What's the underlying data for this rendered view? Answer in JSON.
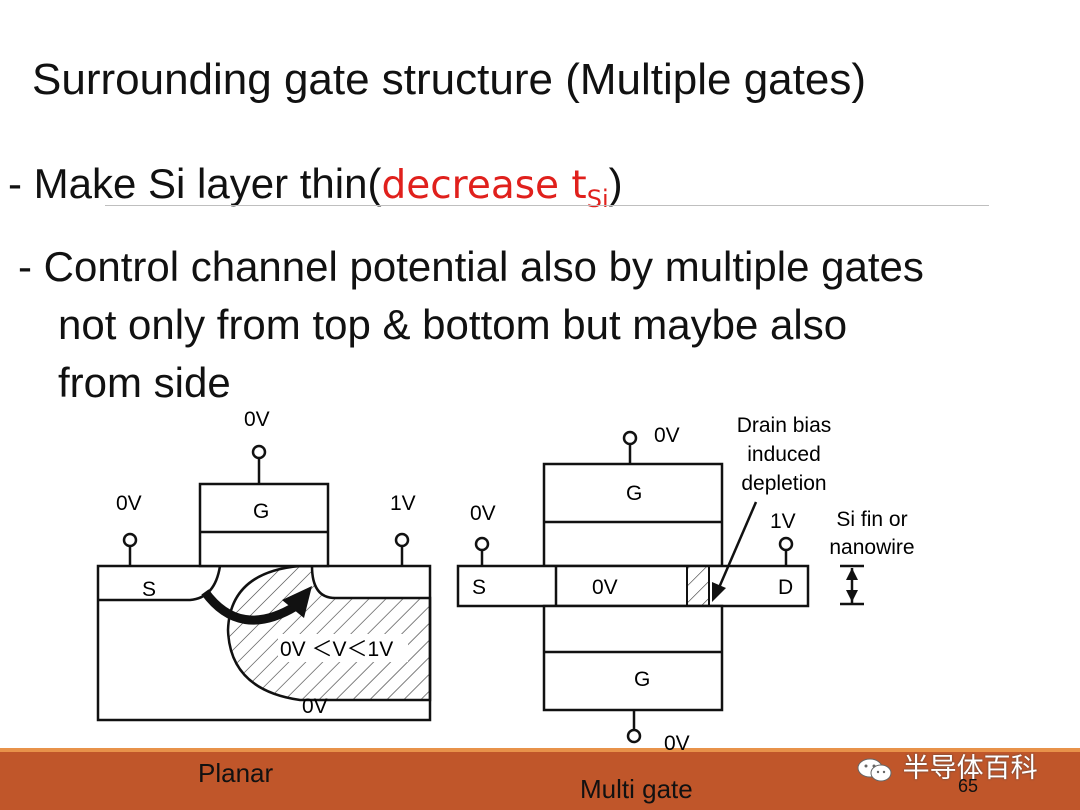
{
  "title": "Surrounding gate structure (Multiple gates)",
  "bullet1": {
    "prefix": "- Make Si layer thin(",
    "highlight": "decrease t",
    "subscript": "Si",
    "suffix": ")"
  },
  "bullet2": {
    "line1": "- Control channel potential also by multiple gates",
    "line2": "not only from top & bottom but maybe also",
    "line3": "from side"
  },
  "planar": {
    "gate_voltage": "0V",
    "gate_label": "G",
    "source_voltage": "0V",
    "drain_voltage": "1V",
    "source_label": "S",
    "depletion_label": "0V ＜V＜1V",
    "substrate_voltage": "0V",
    "caption": "Planar"
  },
  "multigate": {
    "top_gate_voltage": "0V",
    "top_gate_label": "G",
    "bottom_gate_label": "G",
    "bottom_gate_voltage": "0V",
    "source_voltage": "0V",
    "source_label": "S",
    "channel_voltage": "0V",
    "drain_label": "D",
    "drain_voltage": "1V",
    "drain_bias_annotation": [
      "Drain bias",
      "induced",
      "depletion"
    ],
    "fin_annotation": [
      "Si fin or",
      "nanowire"
    ],
    "caption": "Multi gate"
  },
  "footer": {
    "page_number": "65",
    "watermark": "半导体百科"
  },
  "colors": {
    "highlight": "#e0201c",
    "footer_bar": "#c0562a",
    "footer_line": "#e8924a"
  }
}
